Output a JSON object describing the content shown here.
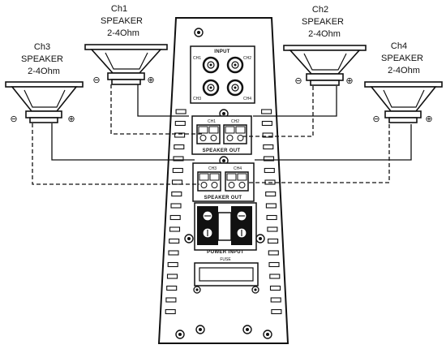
{
  "speakers": [
    {
      "channel": "Ch1",
      "type": "SPEAKER",
      "impedance": "2-4Ohm"
    },
    {
      "channel": "Ch2",
      "type": "SPEAKER",
      "impedance": "2-4Ohm"
    },
    {
      "channel": "Ch3",
      "type": "SPEAKER",
      "impedance": "2-4Ohm"
    },
    {
      "channel": "Ch4",
      "type": "SPEAKER",
      "impedance": "2-4Ohm"
    }
  ],
  "polarity": {
    "minus": "⊖",
    "plus": "⊕"
  },
  "amp": {
    "input_label": "INPUT",
    "ch_labels": {
      "a": "CH1",
      "b": "CH2",
      "c": "CH3",
      "d": "CH4"
    },
    "speaker_out_label": "SPEAKER OUT",
    "power_input_label": "POWER INPUT",
    "fuse_label": "FUSE"
  },
  "colors": {
    "line": "#111111",
    "panel": "#ffffff",
    "terminal_block": "#111111"
  }
}
